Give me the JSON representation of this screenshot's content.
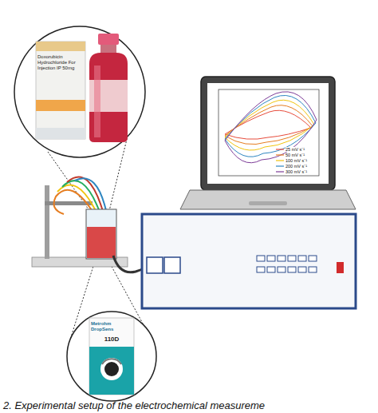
{
  "diagram": {
    "caption": "2. Experimental setup of the electrochemical measureme",
    "labels": [
      "Doxorubicin Hydrochloride For Injection IP 50mg",
      "Metrohm DropSens",
      "110D"
    ],
    "legend": [
      {
        "text": "25 mV s⁻¹"
      },
      {
        "text": "50 mV s⁻¹"
      },
      {
        "text": "100 mV s⁻¹"
      },
      {
        "text": "200 mV s⁻¹"
      },
      {
        "text": "300 mV s⁻¹"
      }
    ]
  }
}
